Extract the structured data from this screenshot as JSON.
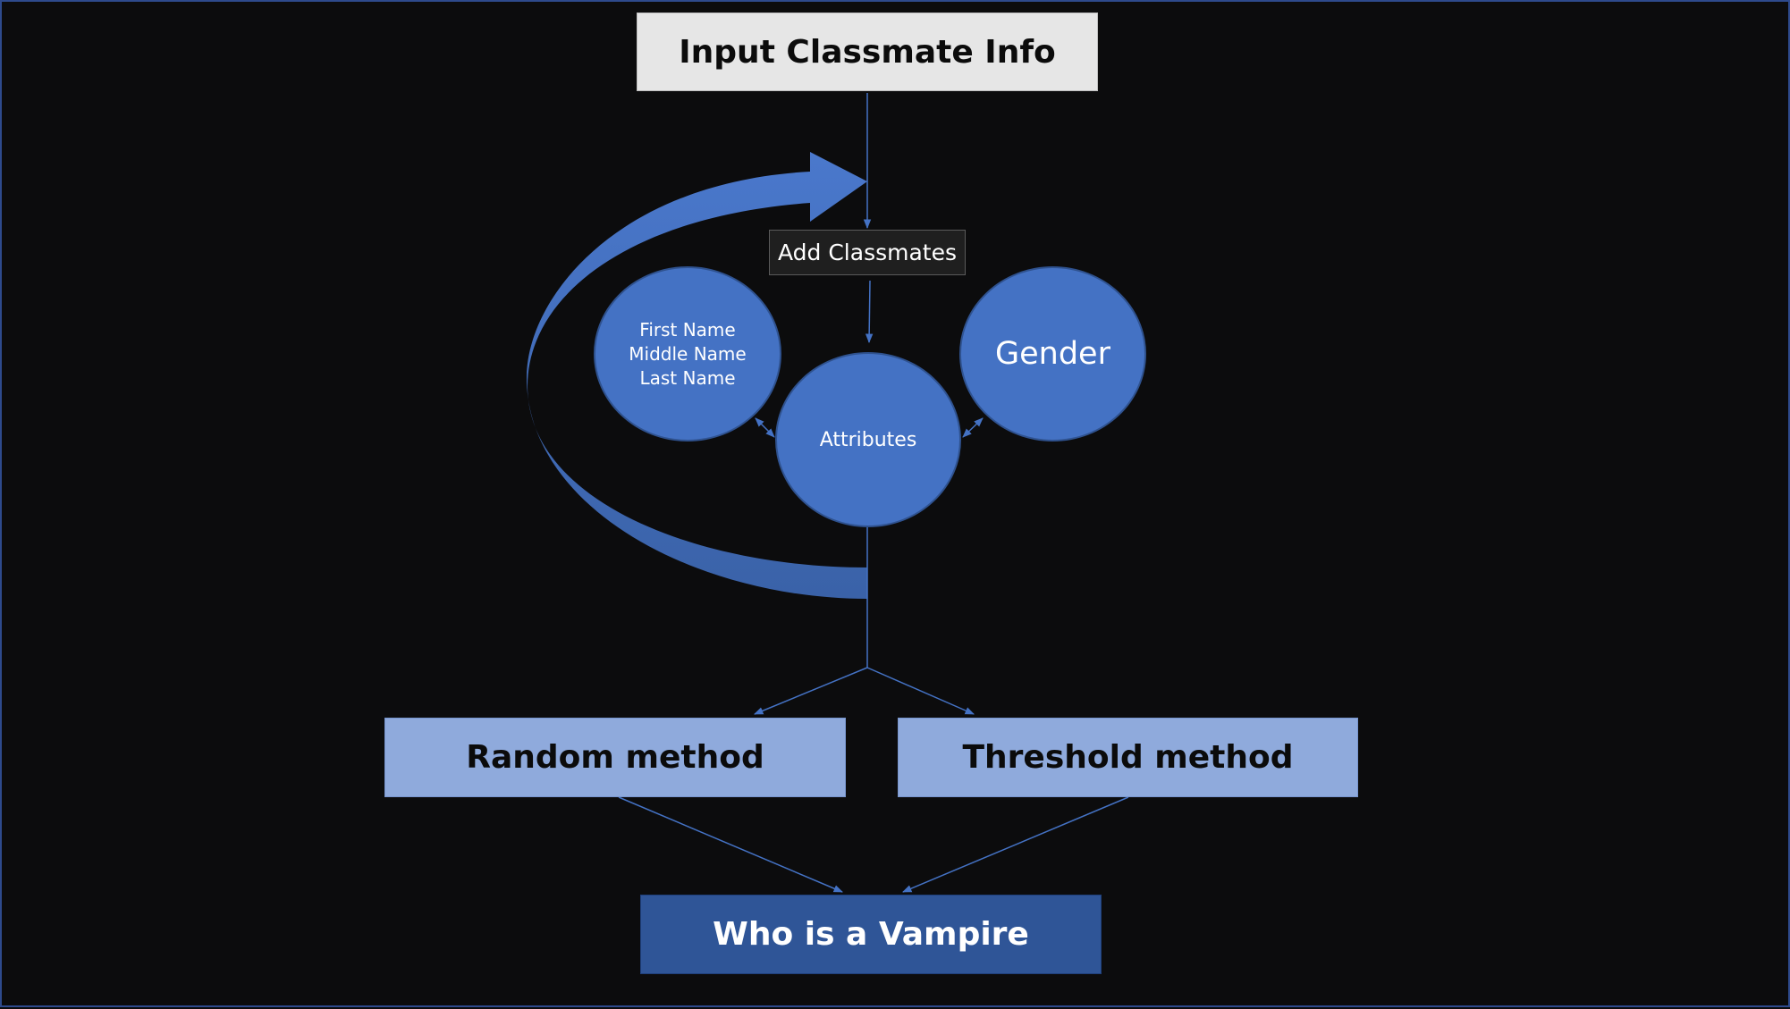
{
  "diagram": {
    "input": {
      "label": "Input Classmate Info"
    },
    "add": {
      "label": "Add Classmates"
    },
    "names": {
      "lines": [
        "First Name",
        "Middle Name",
        "Last Name"
      ]
    },
    "attributes": {
      "label": "Attributes"
    },
    "gender": {
      "label": "Gender"
    },
    "random": {
      "label": "Random method"
    },
    "threshold": {
      "label": "Threshold method"
    },
    "vampire": {
      "label": "Who is a Vampire"
    }
  },
  "colors": {
    "background": "#0c0c0d",
    "connector": "#4472c4",
    "loop_arrow": "#4472c4",
    "circle_fill": "#4472c4",
    "method_fill": "#8faadc",
    "result_fill": "#2f5597",
    "input_fill": "#e6e6e6"
  }
}
